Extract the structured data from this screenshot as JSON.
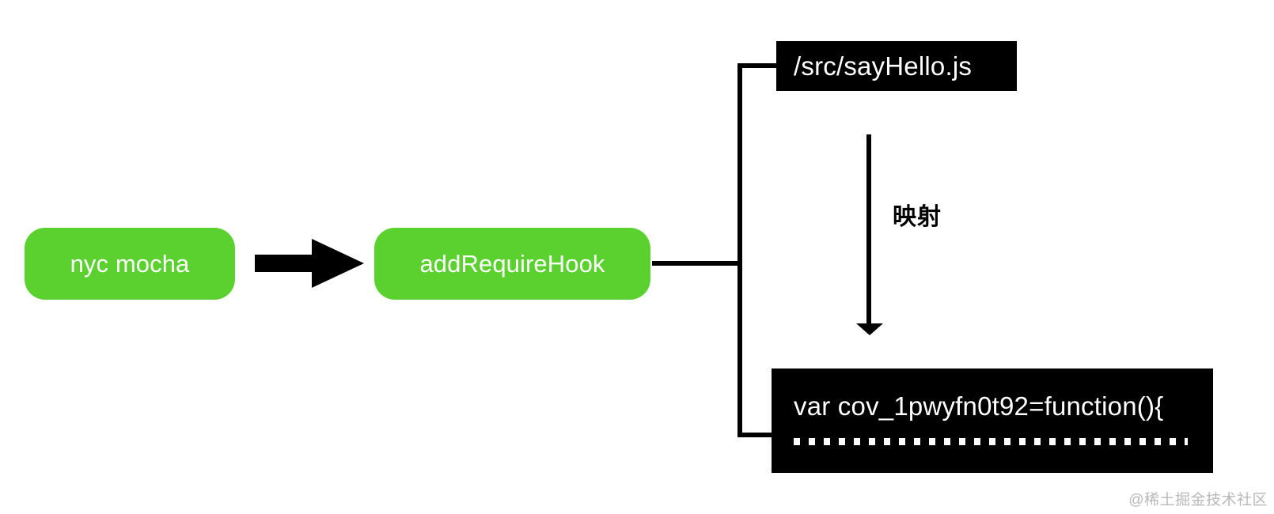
{
  "diagram": {
    "title": "nyc mocha coverage instrumentation flow",
    "colors": {
      "node_green": "#5ad12f",
      "node_black": "#000000",
      "node_text": "#ffffff",
      "connector": "#000000",
      "background": "#ffffff",
      "watermark": "#b9b9b9"
    },
    "nodes": [
      {
        "id": "nyc-mocha",
        "label": "nyc mocha",
        "kind": "green-pill"
      },
      {
        "id": "add-require-hook",
        "label": "addRequireHook",
        "kind": "green-pill"
      },
      {
        "id": "source-file",
        "label": "/src/sayHello.js",
        "kind": "black-box"
      },
      {
        "id": "coverage-code",
        "label": "var cov_1pwyfn0t92=function(){",
        "kind": "black-box"
      }
    ],
    "edges": [
      {
        "id": "edge-run",
        "from": "nyc-mocha",
        "to": "add-require-hook",
        "style": "thick-arrow",
        "label": ""
      },
      {
        "id": "edge-branch",
        "from": "add-require-hook",
        "to": "source-file",
        "style": "bracket",
        "label": ""
      },
      {
        "id": "edge-branch2",
        "from": "add-require-hook",
        "to": "coverage-code",
        "style": "bracket",
        "label": ""
      },
      {
        "id": "edge-map",
        "from": "source-file",
        "to": "coverage-code",
        "style": "thin-arrow",
        "label": "映射"
      }
    ],
    "labels": {
      "mapping": "映射"
    },
    "code_placeholder_dots": "……………………………………………",
    "watermark": "@稀土掘金技术社区"
  }
}
